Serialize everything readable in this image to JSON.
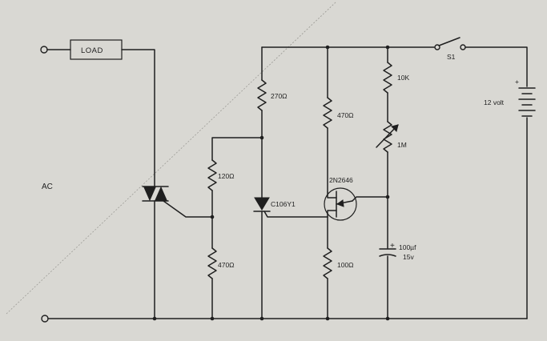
{
  "labels": {
    "load": "LOAD",
    "ac": "AC",
    "switch": "S1",
    "battery": "12 volt",
    "r_270": "270Ω",
    "r_470_top": "470Ω",
    "r_10k": "10K",
    "pot_1m": "1M",
    "r_120": "120Ω",
    "r_470_bottom": "470Ω",
    "r_100": "100Ω",
    "scr": "C106Y1",
    "ujt": "2N2646",
    "cap_value": "100µf",
    "cap_voltage": "15v",
    "cap_plus": "+",
    "battery_plus": "+"
  },
  "colors": {
    "paper": "#d9d8d3",
    "ink": "#1f1f1f"
  }
}
